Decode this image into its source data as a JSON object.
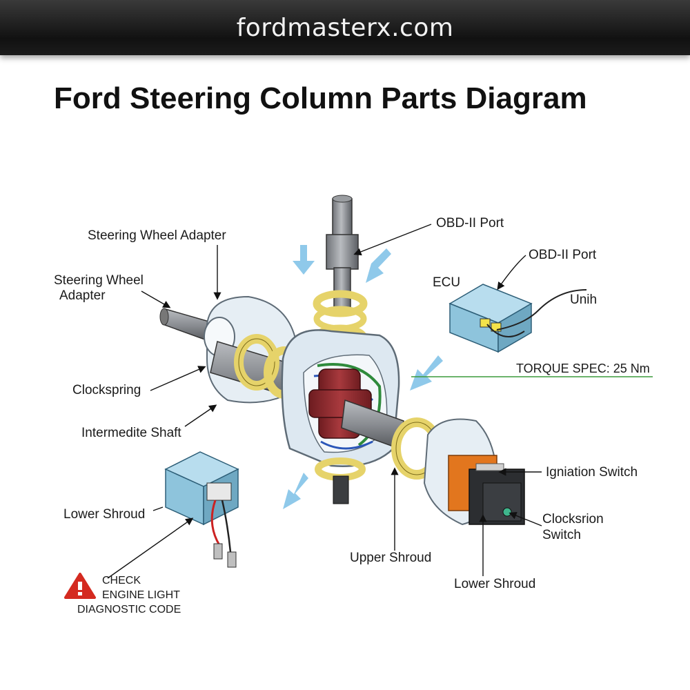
{
  "header": {
    "site": "fordmasterx.com"
  },
  "title": "Ford Steering Column Parts Diagram",
  "labels": {
    "steering_wheel_adapter_top": "Steering Wheel Adapter",
    "steering_wheel_adapter_left_1": "Steering Wheel",
    "steering_wheel_adapter_left_2": "Adapter",
    "clockspring": "Clockspring",
    "intermediate_shaft": "Intermedite Shaft",
    "lower_shroud_left": "Lower Shroud",
    "obd_port_top": "OBD-II Port",
    "obd_port_right": "OBD-II Port",
    "ecu": "ECU",
    "unih": "Unih",
    "torque_spec": "TORQUE SPEC: 25 Nm",
    "ignition_switch": "Igniation Switch",
    "clocksrion_switch_1": "Clocksrion",
    "clocksrion_switch_2": "Switch",
    "upper_shroud": "Upper Shroud",
    "lower_shroud_bottom": "Lower Shroud"
  },
  "warning": {
    "icon": "warning-triangle-icon",
    "line1": "CHECK",
    "line2": "ENGINE LIGHT",
    "line3": "DIAGNOSTIC CODE"
  },
  "colors": {
    "ring_yellow": "#e6d36a",
    "shaft_gray": "#8a8d92",
    "housing_blue": "#d8e6f0",
    "core_red": "#8b2a2e",
    "module_blue": "#8ec4dc",
    "arrow_blue": "#8fc9ea",
    "torque_line": "#3a9a3a",
    "warning_red": "#d42a20",
    "switch_orange": "#e2761e"
  }
}
